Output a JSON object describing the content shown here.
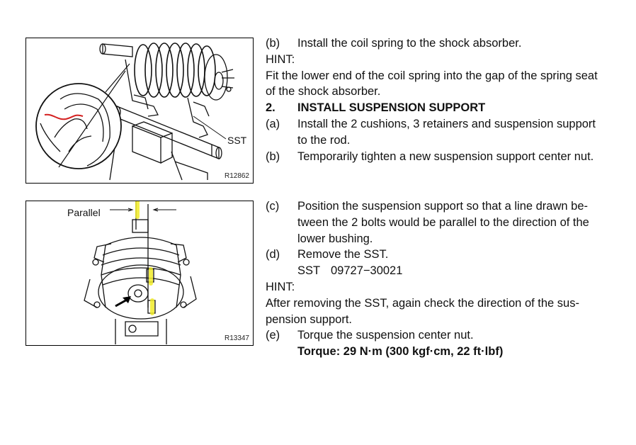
{
  "figure1": {
    "sst_label": "SST",
    "figure_id": "R12862"
  },
  "figure2": {
    "parallel_label": "Parallel",
    "figure_id": "R13347"
  },
  "section1": {
    "step_b_letter": "(b)",
    "step_b_text": "Install the coil spring to the shock absorber.",
    "hint_label": "HINT:",
    "hint_line1": "Fit the lower end of the coil spring into the gap of the spring seat",
    "hint_line2": "of the shock absorber.",
    "heading_number": "2.",
    "heading_text": "INSTALL SUSPENSION SUPPORT",
    "step_a_letter": "(a)",
    "step_a_line1": "Install the 2 cushions, 3 retainers and suspension support",
    "step_a_line2": "to the rod.",
    "step_b2_letter": "(b)",
    "step_b2_text": "Temporarily tighten a new suspension support center nut."
  },
  "section2": {
    "step_c_letter": "(c)",
    "step_c_line1": "Position the suspension support so that a line drawn be-",
    "step_c_line2": "tween the 2 bolts would be parallel to the direction of the",
    "step_c_line3": "lower bushing.",
    "step_d_letter": "(d)",
    "step_d_text": "Remove the SST.",
    "sst_label": "SST",
    "sst_value": "09727−30021",
    "hint_label": "HINT:",
    "hint_line1": "After removing the SST, again check the direction of the sus-",
    "hint_line2": "pension support.",
    "step_e_letter": "(e)",
    "step_e_text": "Torque the suspension center nut.",
    "torque_text": "Torque: 29 N·m (300 kgf·cm, 22 ft·lbf)"
  }
}
